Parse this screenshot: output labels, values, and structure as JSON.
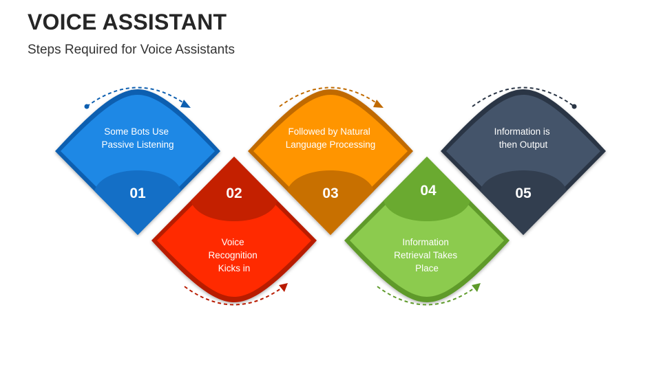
{
  "header": {
    "title": "VOICE ASSISTANT",
    "subtitle": "Steps Required for Voice Assistants"
  },
  "steps": [
    {
      "number": "01",
      "lines": [
        "Some Bots Use",
        "Passive Listening"
      ],
      "color": "#1E88E5",
      "dark": "#0D5FB0",
      "number_bg": "#146FC6"
    },
    {
      "number": "02",
      "lines": [
        "Voice",
        "Recognition",
        "Kicks in"
      ],
      "color": "#FF2A00",
      "dark": "#B81A00",
      "number_bg": "#C42000"
    },
    {
      "number": "03",
      "lines": [
        "Followed by Natural",
        "Language Processing"
      ],
      "color": "#FF9500",
      "dark": "#C06A00",
      "number_bg": "#C87000"
    },
    {
      "number": "04",
      "lines": [
        "Information",
        "Retrieval Takes",
        "Place"
      ],
      "color": "#8CCB4E",
      "dark": "#5E9A2A",
      "number_bg": "#6AAA30"
    },
    {
      "number": "05",
      "lines": [
        "Information is",
        "then Output"
      ],
      "color": "#44546A",
      "dark": "#2A3545",
      "number_bg": "#323E4F"
    }
  ]
}
